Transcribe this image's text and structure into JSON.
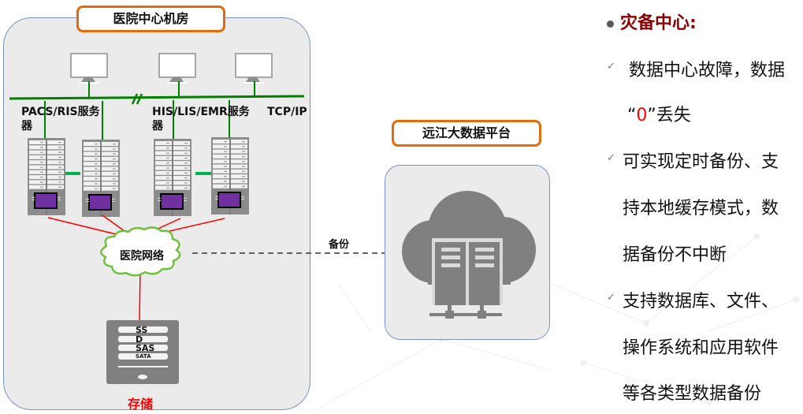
{
  "hospital_room": {
    "title": "医院中心机房",
    "network_protocol": "TCP/IP",
    "server_groups": [
      {
        "label_line1": "PACS/RIS服务",
        "label_line2": "器"
      },
      {
        "label_line1": "HIS/LIS/EMR服务",
        "label_line2": "器"
      }
    ],
    "network_cloud_label": "医院网络",
    "storage": {
      "label": "存储",
      "disk_labels": [
        "SS",
        "D",
        "SAS",
        "SATA"
      ]
    },
    "workstation_count": 3,
    "server_count": 4
  },
  "backup_link": {
    "label": "备份"
  },
  "platform": {
    "title": "远江大数据平台",
    "icon": "cloud-server-icon"
  },
  "info_panel": {
    "heading": "灾备中心:",
    "items": [
      {
        "lines": [
          "数据中心故障，数据",
          "“0”丢失"
        ],
        "highlight": "0"
      },
      {
        "lines": [
          "可实现定时备份、支",
          "持本地缓存模式，数",
          "据备份不中断"
        ]
      },
      {
        "lines": [
          "支持数据库、文件、",
          "操作系统和应用软件",
          "等各类型数据备份"
        ]
      }
    ],
    "item2_prefix": "“",
    "item2_zero": "0",
    "item2_suffix": "”丢失"
  },
  "colors": {
    "title_border": "#E36C0A",
    "network_line": "#008000",
    "connection_line": "#ff0000",
    "heading": "#8B0000",
    "server_screen": "#7030A0"
  }
}
